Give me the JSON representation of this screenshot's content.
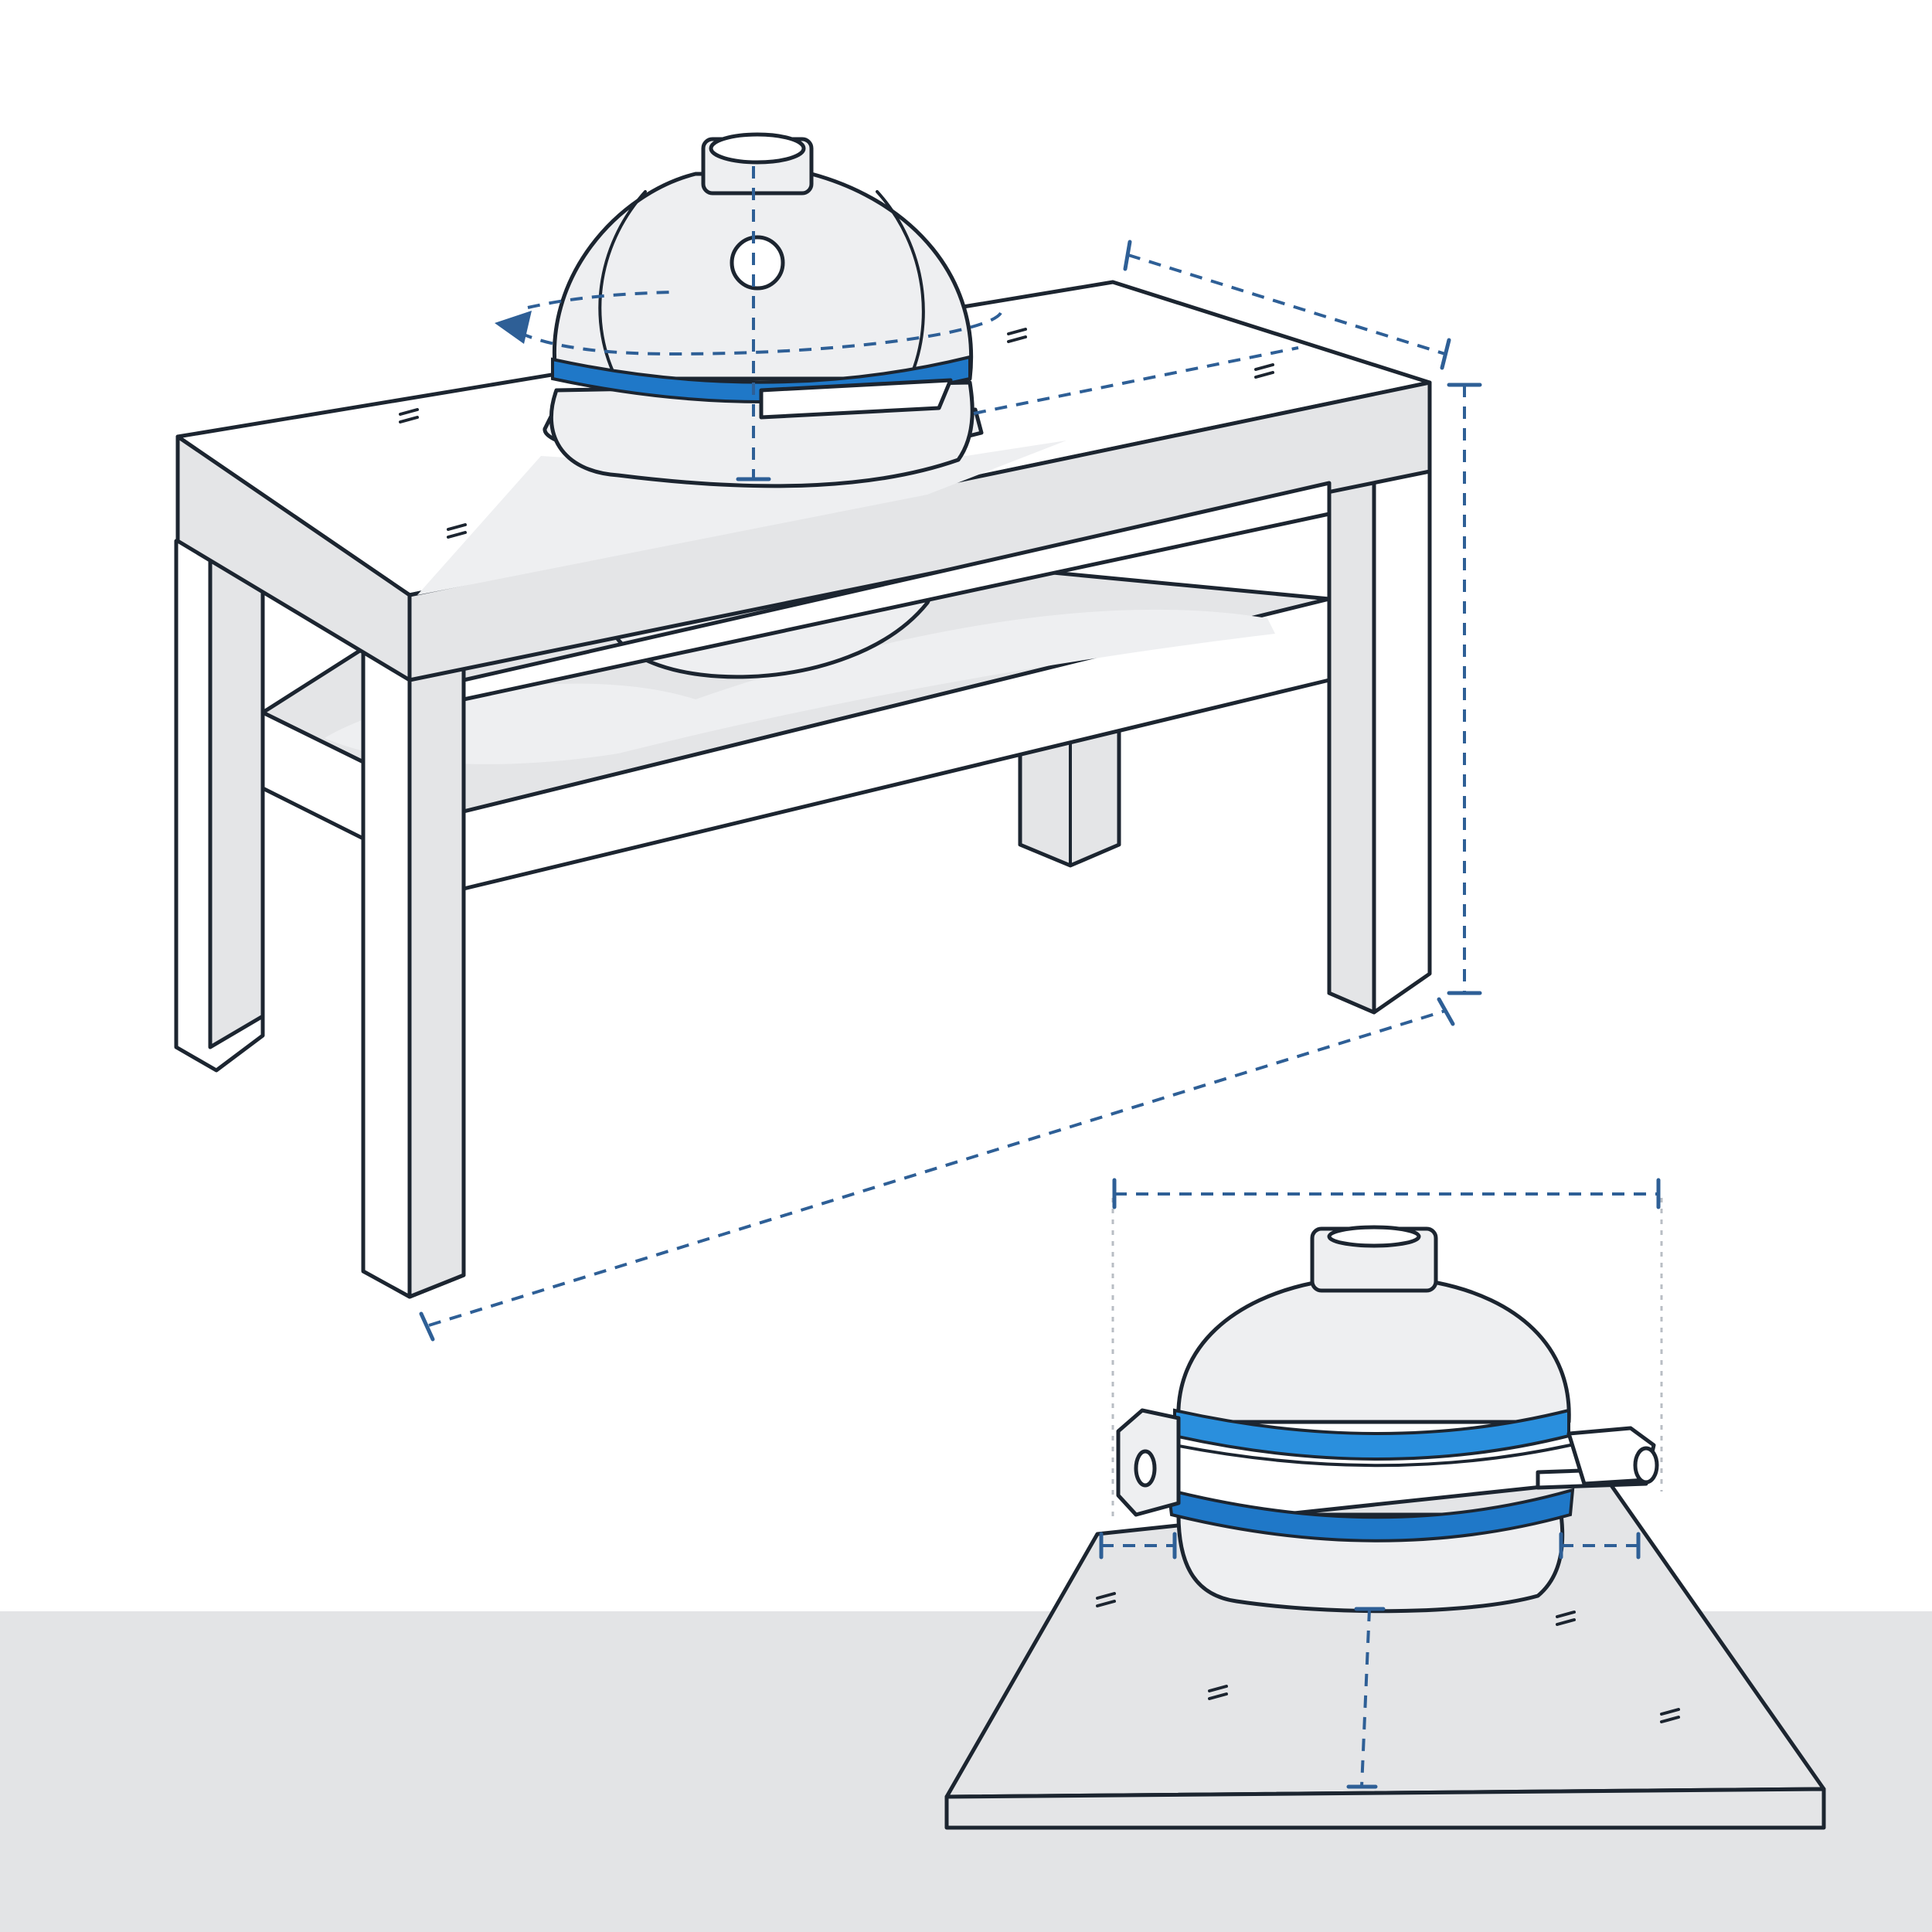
{
  "illustration": {
    "subject": "kamado-grill-cover-measurement-guide",
    "views": [
      "grill-in-table",
      "grill-on-countertop"
    ],
    "colors": {
      "outline": "#1c2530",
      "fill": "#e4e5e7",
      "fill_light": "#eeeff1",
      "band": "#1f78c8",
      "band_light": "#2a8fdd",
      "dimension": "#2e5f96",
      "floor": "#e3e4e6",
      "background": "#ffffff"
    },
    "icons": [
      "dimension-line-icon",
      "arrow-icon",
      "cutting-mark-icon"
    ]
  }
}
